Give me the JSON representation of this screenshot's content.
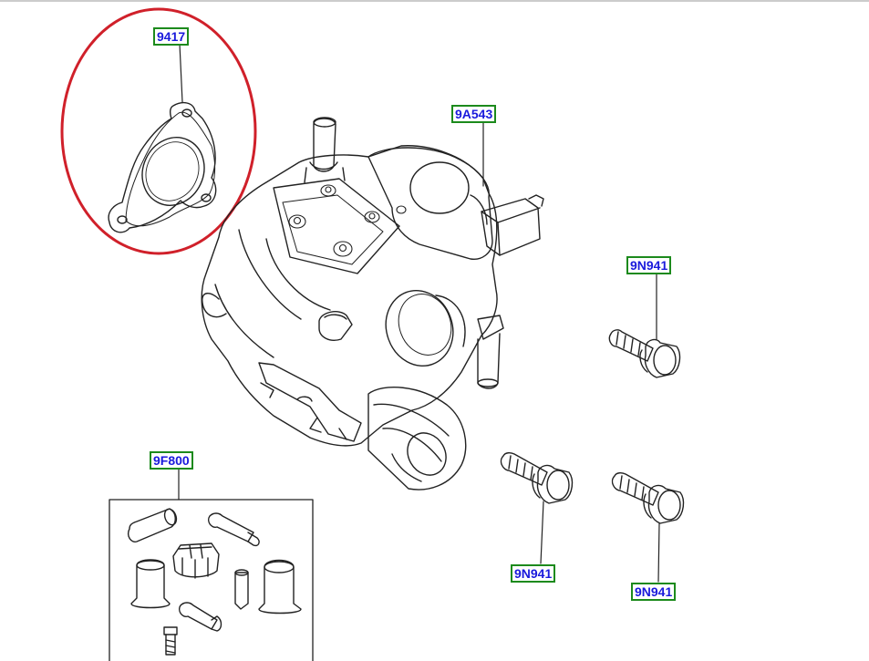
{
  "diagram": {
    "callouts": [
      {
        "id": "gasket",
        "part_number": "9417"
      },
      {
        "id": "pump-actuator",
        "part_number": "9A543"
      },
      {
        "id": "bolt-upper",
        "part_number": "9N941"
      },
      {
        "id": "bolt-lower-left",
        "part_number": "9N941"
      },
      {
        "id": "bolt-lower-right",
        "part_number": "9N941"
      },
      {
        "id": "repair-kit",
        "part_number": "9F800"
      }
    ],
    "colors": {
      "callout_border": "#1c8a1c",
      "callout_text": "#1a1adc",
      "highlight_ellipse": "#d0202a",
      "line_art": "#222222"
    }
  }
}
